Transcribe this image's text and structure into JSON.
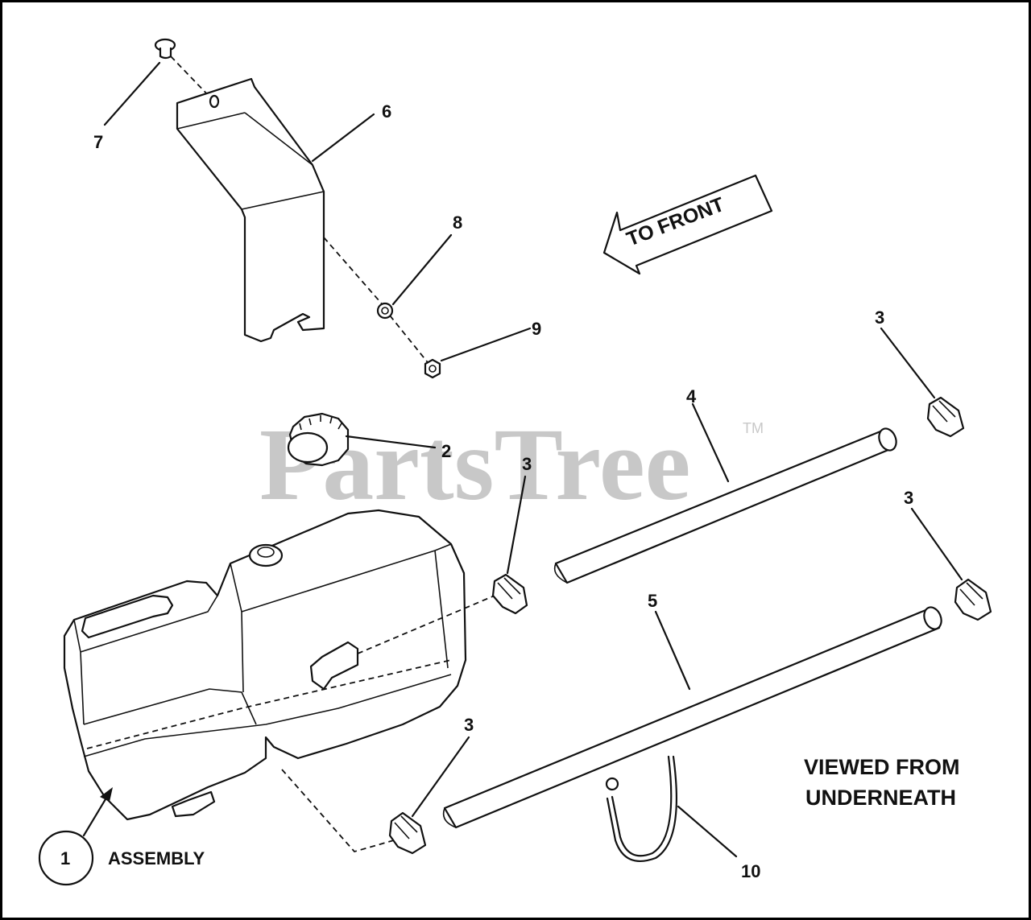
{
  "watermark": {
    "text": "PartsTree",
    "tm": "TM"
  },
  "callouts": {
    "c1": "1",
    "c2": "2",
    "c3a": "3",
    "c3b": "3",
    "c3c": "3",
    "c3d": "3",
    "c4": "4",
    "c5": "5",
    "c6": "6",
    "c7": "7",
    "c8": "8",
    "c9": "9",
    "c10": "10"
  },
  "labels": {
    "assembly": "ASSEMBLY",
    "to_front": "TO FRONT",
    "viewed_line1": "VIEWED FROM",
    "viewed_line2": "UNDERNEATH"
  },
  "colors": {
    "line": "#111111",
    "watermark": "#c8c8c8",
    "background": "#ffffff"
  }
}
